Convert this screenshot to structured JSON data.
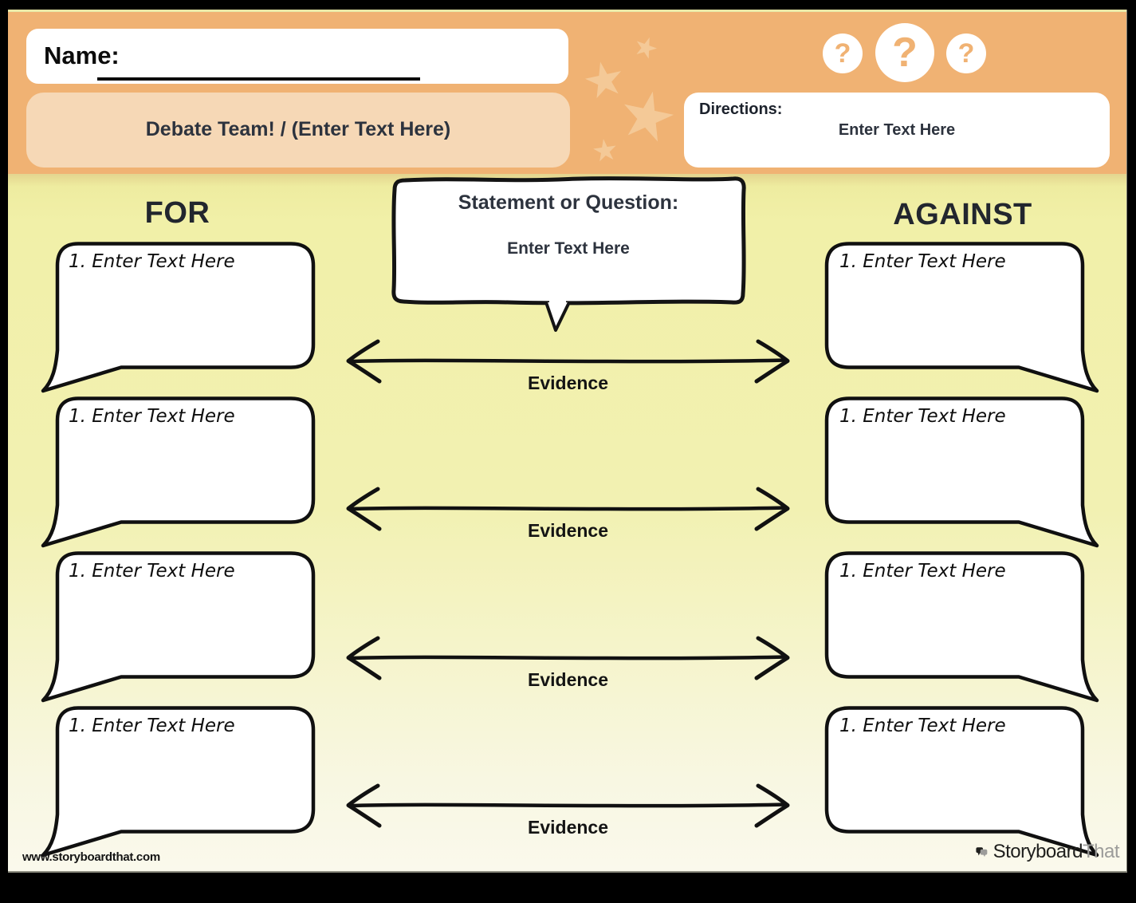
{
  "header": {
    "name_label": "Name:",
    "title": "Debate Team! / (Enter Text Here)",
    "directions_label": "Directions:",
    "directions_text": "Enter Text Here",
    "question_marks": [
      "?",
      "?",
      "?"
    ]
  },
  "statement": {
    "title": "Statement or Question:",
    "text": "Enter Text Here"
  },
  "columns": {
    "for_heading": "FOR",
    "against_heading": "AGAINST"
  },
  "bubbles": {
    "for": [
      "1. Enter Text Here",
      "1. Enter Text Here",
      "1. Enter Text Here",
      "1. Enter Text Here"
    ],
    "against": [
      "1. Enter Text Here",
      "1. Enter Text Here",
      "1. Enter Text Here",
      "1. Enter Text Here"
    ]
  },
  "evidence_labels": [
    "Evidence",
    "Evidence",
    "Evidence",
    "Evidence"
  ],
  "footer": {
    "url": "www.storyboardthat.com",
    "logo_primary": "Storyboard",
    "logo_secondary": "That"
  },
  "colors": {
    "header_orange": "#f0b273",
    "title_peach": "#f6d8b6",
    "star_light_orange": "#f4c997",
    "body_yellow": "#f1f0a6",
    "body_cream": "#faf9ec",
    "ink": "#111111"
  }
}
